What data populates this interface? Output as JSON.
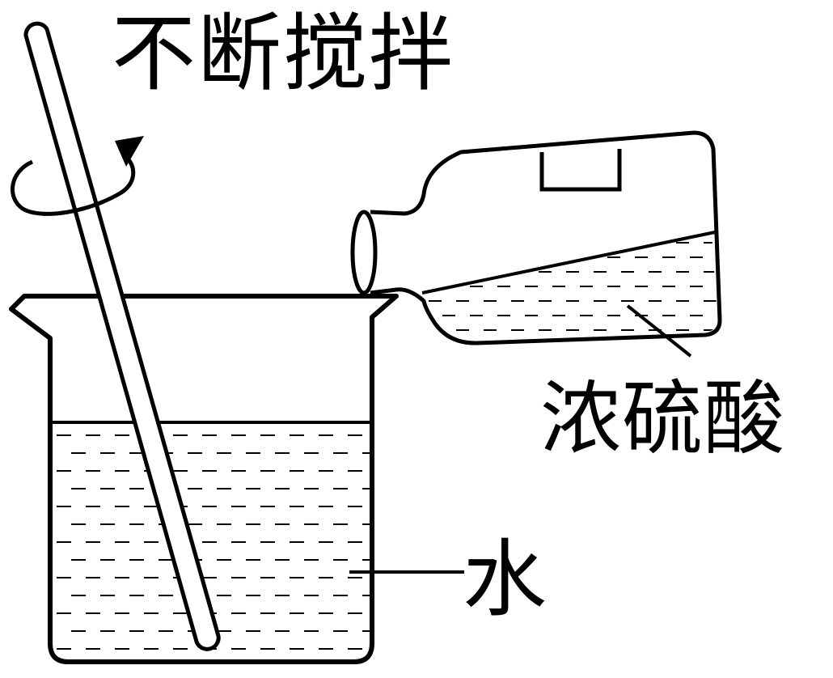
{
  "labels": {
    "stir": "不断搅拌",
    "acid": "浓硫酸",
    "water": "水"
  }
}
